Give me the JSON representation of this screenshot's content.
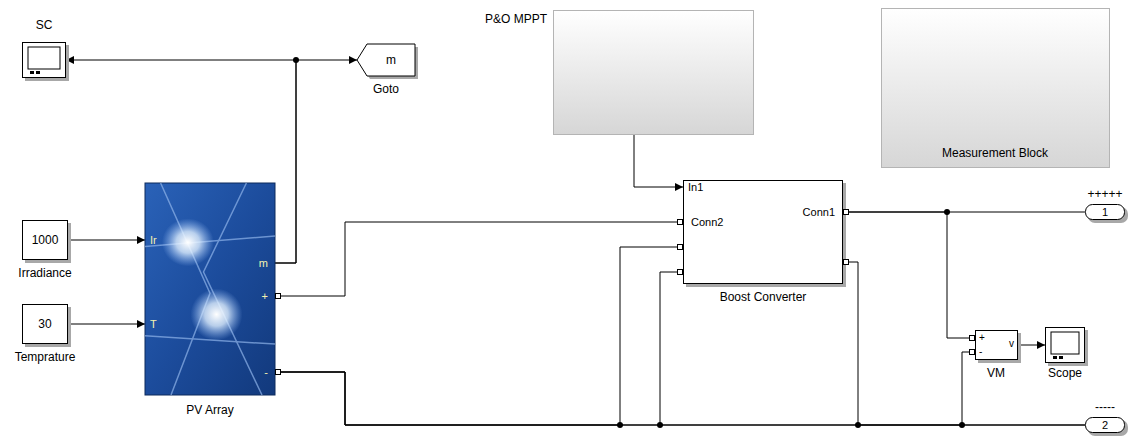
{
  "diagram": {
    "nodes": [
      {
        "text": [
          "SC"
        ]
      },
      {
        "text": [
          "m",
          "Goto"
        ]
      },
      {
        "text": [
          "P&O MPPT"
        ]
      },
      {
        "text": [
          "Measurement Block"
        ]
      },
      {
        "text": [
          "1000",
          "Irradiance"
        ]
      },
      {
        "text": [
          "Ir",
          "T",
          "m",
          "+",
          "-",
          "PV Array"
        ]
      },
      {
        "text": [
          "30",
          "Temprature"
        ]
      },
      {
        "text": [
          "In1",
          "Conn2",
          "Conn1",
          "Boost Converter"
        ]
      },
      {
        "text": [
          "1",
          "+++++"
        ]
      },
      {
        "text": [
          "+",
          "-",
          "v",
          "VM"
        ]
      },
      {
        "text": [
          "Scope"
        ]
      },
      {
        "text": [
          "2",
          "-----"
        ]
      }
    ],
    "edges": [
      {
        "from": 5,
        "to": 0,
        "arrow": "to"
      },
      {
        "from": 5,
        "to": 1,
        "arrow": "to"
      },
      {
        "from": 4,
        "to": 5,
        "arrow": "to"
      },
      {
        "from": 6,
        "to": 5,
        "arrow": "to"
      },
      {
        "from": 2,
        "to": 7,
        "arrow": "to"
      },
      {
        "from": 5,
        "to": 7,
        "arrow": "none"
      },
      {
        "from": 5,
        "to": 7,
        "arrow": "none"
      },
      {
        "from": 5,
        "to": 11,
        "arrow": "none"
      },
      {
        "from": 5,
        "to": 9,
        "arrow": "none"
      },
      {
        "from": 7,
        "to": 11,
        "arrow": "none"
      },
      {
        "from": 7,
        "to": 8,
        "arrow": "none"
      },
      {
        "from": 7,
        "to": 9,
        "arrow": "none"
      },
      {
        "from": 9,
        "to": 10,
        "arrow": "to"
      }
    ]
  }
}
